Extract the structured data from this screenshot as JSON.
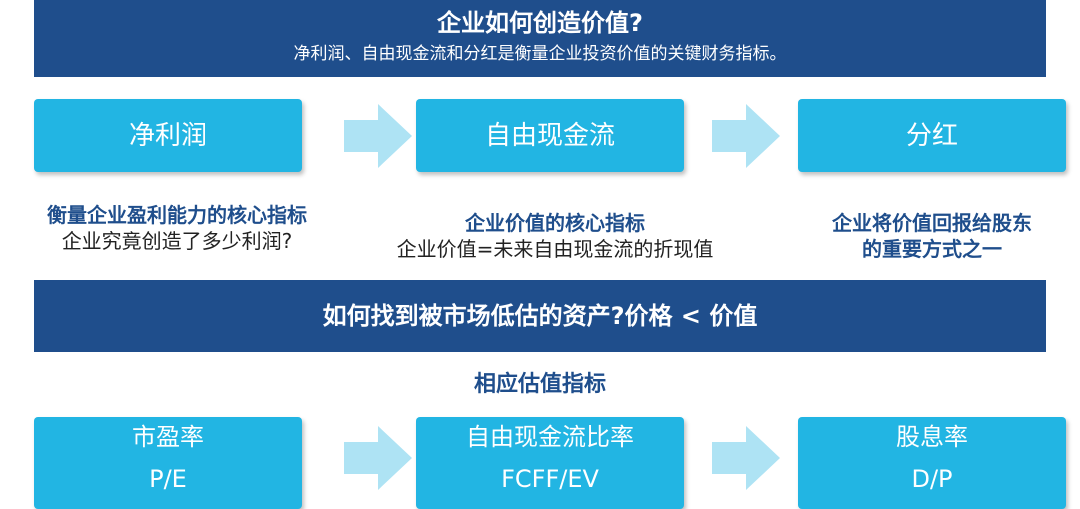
{
  "header": {
    "title": "企业如何创造价值?",
    "subtitle": "净利润、自由现金流和分红是衡量企业投资价值的关键财务指标。"
  },
  "metrics": [
    {
      "label": "净利润",
      "desc_title": "衡量企业盈利能力的核心指标",
      "desc_text": "企业究竟创造了多少利润?"
    },
    {
      "label": "自由现金流",
      "desc_title": "企业价值的核心指标",
      "desc_text": "企业价值=未来自由现金流的折现值"
    },
    {
      "label": "分红",
      "desc_title": "企业将价值回报给股东",
      "desc_text": "的重要方式之一"
    }
  ],
  "middle": {
    "question": "如何找到被市场低估的资产?价格 < 价值"
  },
  "valuation": {
    "label": "相应估值指标",
    "items": [
      {
        "name": "市盈率",
        "abbr": "P/E"
      },
      {
        "name": "自由现金流比率",
        "abbr": "FCFF/EV"
      },
      {
        "name": "股息率",
        "abbr": "D/P"
      }
    ]
  },
  "colors": {
    "banner": "#1f4e8c",
    "box": "#22b5e3",
    "arrow": "#aee3f4",
    "title_text": "#1f4e8c"
  },
  "icons": {
    "flow_arrow": "right-arrow-icon"
  }
}
